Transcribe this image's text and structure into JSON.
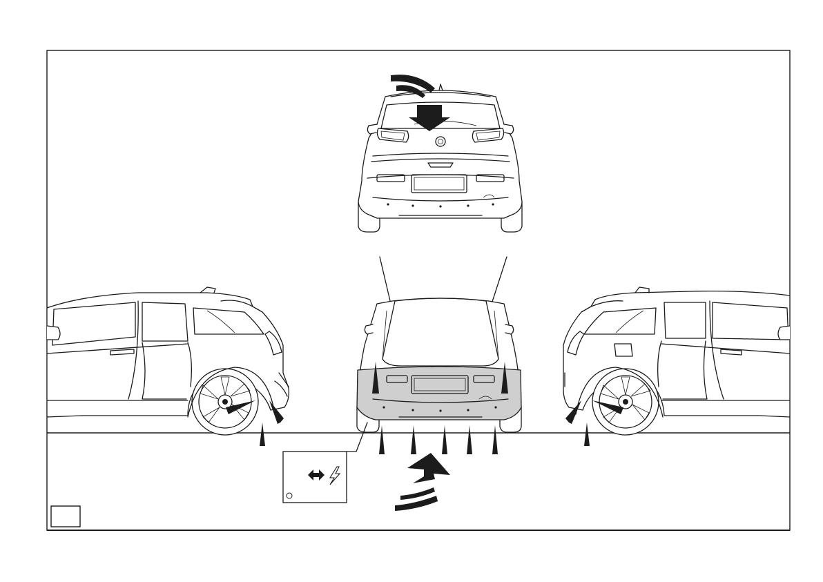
{
  "figure": {
    "frame_color": "#1a1a1a",
    "highlight_color": "#cfcfcf",
    "arrow_color": "#1c1c1c",
    "views": [
      "rear-view-closed-tailgate",
      "left-side-view",
      "rear-view-open-tailgate",
      "right-side-view"
    ],
    "icons": [
      "fold-down-arrow-icon",
      "press-down-arrow-icon",
      "lift-up-arrow-icon",
      "swing-up-arrow-icon",
      "double-arrow-icon",
      "lightning-bolt-icon",
      "circle-icon"
    ],
    "label_box": {
      "has_text": false
    }
  }
}
